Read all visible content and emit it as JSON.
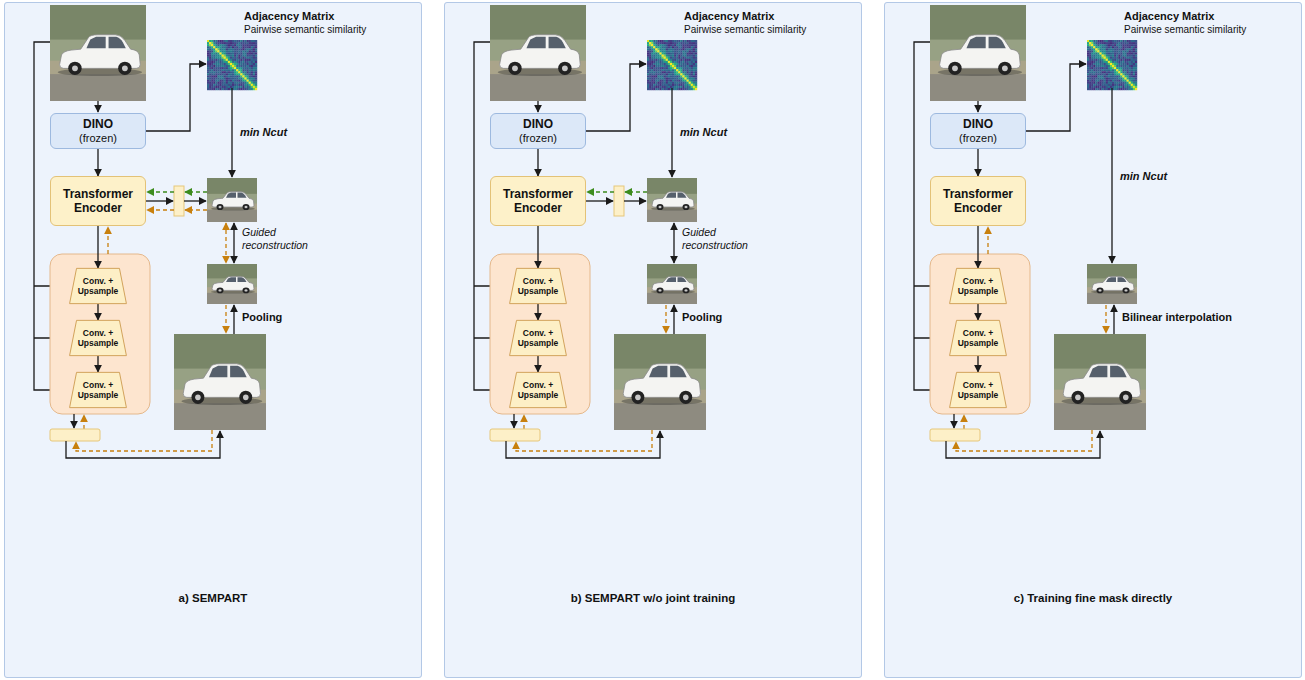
{
  "diagram": {
    "nodes": [
      {
        "text": [
          "a) SEMPART"
        ]
      },
      {
        "text": [
          "DINO",
          "(frozen)"
        ],
        "in": 0
      },
      {
        "text": [
          "Transformer Encoder"
        ],
        "in": 0
      },
      {
        "text": [
          "Conv. + Upsample"
        ],
        "in": 0
      },
      {
        "text": [
          "Conv. + Upsample"
        ],
        "in": 0
      },
      {
        "text": [
          "Conv. + Upsample"
        ],
        "in": 0
      },
      {
        "text": [
          "b) SEMPART w/o joint training"
        ]
      },
      {
        "text": [
          "DINO",
          "(frozen)"
        ],
        "in": 6
      },
      {
        "text": [
          "Transformer Encoder"
        ],
        "in": 6
      },
      {
        "text": [
          "Conv. + Upsample"
        ],
        "in": 6
      },
      {
        "text": [
          "Conv. + Upsample"
        ],
        "in": 6
      },
      {
        "text": [
          "Conv. + Upsample"
        ],
        "in": 6
      },
      {
        "text": [
          "c) Training fine mask directly"
        ]
      },
      {
        "text": [
          "DINO",
          "(frozen)"
        ],
        "in": 12
      },
      {
        "text": [
          "Transformer Encoder"
        ],
        "in": 12
      },
      {
        "text": [
          "Conv. + Upsample"
        ],
        "in": 12
      },
      {
        "text": [
          "Conv. + Upsample"
        ],
        "in": 12
      },
      {
        "text": [
          "Conv. + Upsample"
        ],
        "in": 12
      }
    ],
    "edges": [
      {
        "from": 1,
        "to": 2,
        "arrow": "to"
      },
      {
        "from": 2,
        "to": 3,
        "arrow": "to"
      },
      {
        "from": 3,
        "to": 4,
        "arrow": "to"
      },
      {
        "from": 4,
        "to": 5,
        "arrow": "to"
      },
      {
        "from": 7,
        "to": 8,
        "arrow": "to"
      },
      {
        "from": 8,
        "to": 9,
        "arrow": "to"
      },
      {
        "from": 9,
        "to": 10,
        "arrow": "to"
      },
      {
        "from": 10,
        "to": 11,
        "arrow": "to"
      },
      {
        "from": 13,
        "to": 14,
        "arrow": "to"
      },
      {
        "from": 14,
        "to": 15,
        "arrow": "to"
      },
      {
        "from": 15,
        "to": 16,
        "arrow": "to"
      },
      {
        "from": 16,
        "to": 17,
        "arrow": "to"
      }
    ],
    "labels": [
      "Adjacency Matrix",
      "Pairwise semantic similarity",
      "min Ncut",
      "Guided reconstruction",
      "Pooling",
      "Adjacency Matrix",
      "Pairwise semantic similarity",
      "min Ncut",
      "Guided reconstruction",
      "Pooling",
      "Adjacency Matrix",
      "Pairwise semantic similarity",
      "min Ncut",
      "Bilinear interpolation"
    ]
  }
}
